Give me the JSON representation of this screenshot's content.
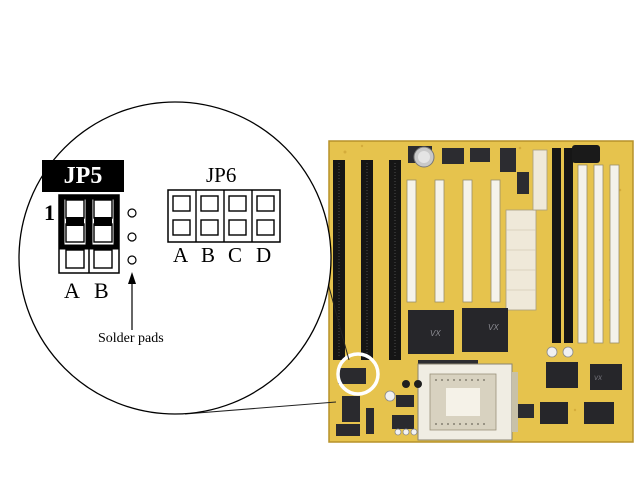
{
  "jp5": {
    "label": "JP5",
    "pin1": "1",
    "columns": [
      "A",
      "B"
    ]
  },
  "jp6": {
    "label": "JP6",
    "columns": [
      "A",
      "B",
      "C",
      "D"
    ]
  },
  "annotation": {
    "solder_pads": "Solder pads"
  },
  "colors": {
    "board": "#e8c44a",
    "slot_black": "#141414",
    "slot_white": "#f4f2ea",
    "chip": "#2a2a2e"
  }
}
